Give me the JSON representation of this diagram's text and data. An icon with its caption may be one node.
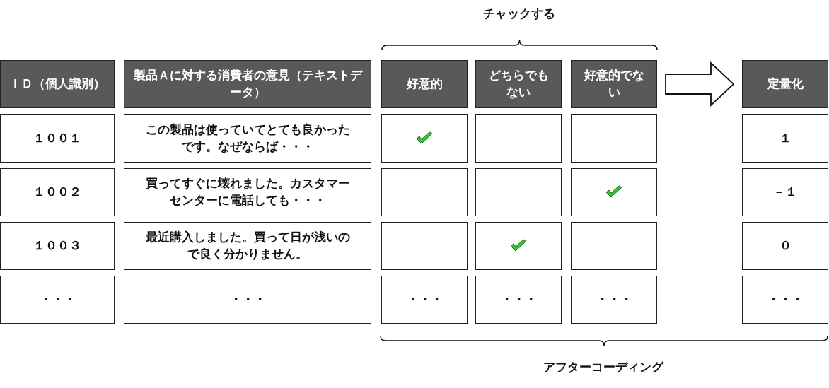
{
  "diagram": {
    "nodes": [
      {
        "text": [
          "ＩＤ（個人識別）"
        ]
      },
      {
        "text": [
          "製品Ａに対する消費者の意見（テキストデータ）"
        ]
      },
      {
        "text": [
          "好意的"
        ]
      },
      {
        "text": [
          "どちらでもない"
        ]
      },
      {
        "text": [
          "好意的でない"
        ]
      },
      {
        "text": [
          "定量化"
        ]
      },
      {
        "text": [
          "１００１"
        ]
      },
      {
        "text": [
          "この製品は使っていてとても良かったです。なぜならば・・・"
        ]
      },
      {
        "text": [],
        "shape": "box"
      },
      {
        "text": [],
        "shape": "checkmark",
        "in": 8
      },
      {
        "text": [],
        "shape": "box"
      },
      {
        "text": [],
        "shape": "box"
      },
      {
        "text": [
          "１"
        ]
      },
      {
        "text": [
          "１００２"
        ]
      },
      {
        "text": [
          "買ってすぐに壊れました。カスタマーセンターに電話しても・・・"
        ]
      },
      {
        "text": [],
        "shape": "box"
      },
      {
        "text": [],
        "shape": "box"
      },
      {
        "text": [],
        "shape": "box"
      },
      {
        "text": [],
        "shape": "checkmark",
        "in": 17
      },
      {
        "text": [
          "－１"
        ]
      },
      {
        "text": [
          "１００３"
        ]
      },
      {
        "text": [
          "最近購入しました。買って日が浅いので良く分かりません。"
        ]
      },
      {
        "text": [],
        "shape": "box"
      },
      {
        "text": [],
        "shape": "box"
      },
      {
        "text": [],
        "shape": "checkmark",
        "in": 23
      },
      {
        "text": [],
        "shape": "box"
      },
      {
        "text": [
          "０"
        ]
      },
      {
        "text": [
          "・・・"
        ]
      },
      {
        "text": [
          "・・・"
        ]
      },
      {
        "text": [
          "・・・"
        ]
      },
      {
        "text": [
          "・・・"
        ]
      },
      {
        "text": [
          "・・・"
        ]
      },
      {
        "text": [
          "・・・"
        ]
      }
    ],
    "edges": [
      {
        "from": 4,
        "to": 5,
        "arrow": "to"
      }
    ],
    "labels": [
      "チャックする",
      "アフターコーディング"
    ]
  }
}
